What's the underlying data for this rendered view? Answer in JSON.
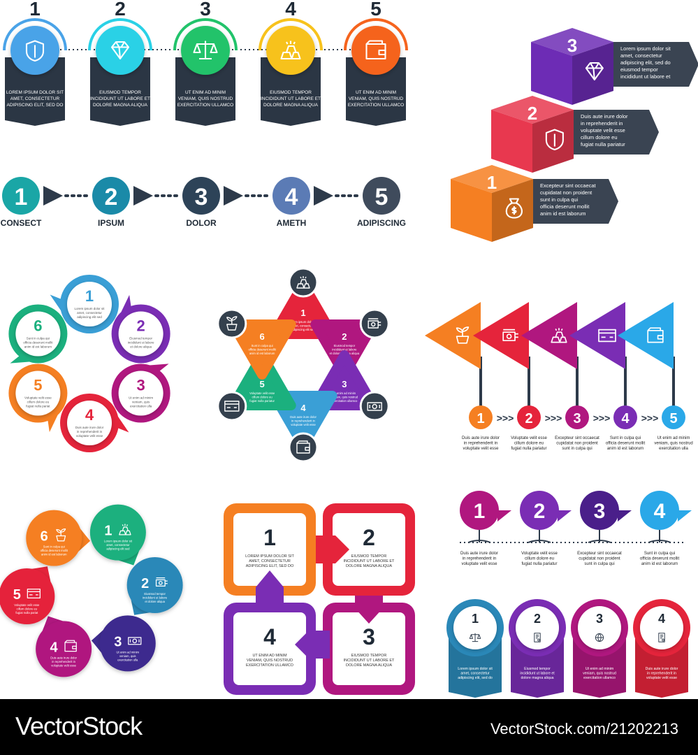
{
  "section1": {
    "steps": [
      {
        "num": "1",
        "color": "#4aa3e8",
        "icon": "shield-icon",
        "text": [
          "LOREM IPSUM DOLOR SIT",
          "AMET, CONSECTETUR",
          "ADIPISCING ELIT, SED DO"
        ]
      },
      {
        "num": "2",
        "color": "#2ad1e6",
        "icon": "diamond-icon",
        "text": [
          "EIUSMOD TEMPOR",
          "INCIDIDUNT UT LABORE ET",
          "DOLORE MAGNA ALIQUA"
        ]
      },
      {
        "num": "3",
        "color": "#22c36b",
        "icon": "scales-icon",
        "text": [
          "UT ENIM AD MINIM",
          "VENIAM, QUIS NOSTRUD",
          "EXERCITATION ULLAMCO"
        ]
      },
      {
        "num": "4",
        "color": "#f7c21c",
        "icon": "gold-bars-icon",
        "text": [
          "EIUSMOD TEMPOR",
          "INCIDIDUNT UT LABORE ET",
          "DOLORE MAGNA ALIQUA"
        ]
      },
      {
        "num": "5",
        "color": "#f5641e",
        "icon": "wallet-icon",
        "text": [
          "UT ENIM AD MINIM",
          "VENIAM, QUIS NOSTRUD",
          "EXERCITATION ULLAMCO"
        ]
      }
    ]
  },
  "section2": {
    "steps": [
      {
        "num": "1",
        "label": "CONSECT",
        "color": "#1aa6a6"
      },
      {
        "num": "2",
        "label": "IPSUM",
        "color": "#1a8aa8"
      },
      {
        "num": "3",
        "label": "DOLOR",
        "color": "#2d4358"
      },
      {
        "num": "4",
        "label": "AMETH",
        "color": "#5b7bb5"
      },
      {
        "num": "5",
        "label": "ADIPISCING",
        "color": "#3f4b5c"
      }
    ]
  },
  "section3": {
    "steps": [
      {
        "num": "3",
        "color": "#6d2cb5",
        "text": [
          "Lorem ipsum dolor sit",
          "amet, consectetur",
          "adipiscing elit, sed do",
          "eiusmod tempor",
          "incididunt ut labore et"
        ]
      },
      {
        "num": "2",
        "color": "#e8384f",
        "text": [
          "Duis aute irure dolor",
          "in reprehenderit in",
          "voluptate velit esse",
          "cillum dolore eu",
          "fugiat nulla pariatur"
        ]
      },
      {
        "num": "1",
        "color": "#f57f22",
        "text": [
          "Excepteur sint occaecat",
          "cupidatat non proident",
          "sunt in culpa qui",
          "officia deserunt mollit",
          "anim id est laborum"
        ]
      }
    ]
  },
  "section4": {
    "steps": [
      {
        "num": "1",
        "color": "#3a9fd6",
        "text": [
          "Lorem ipsum dolor sit",
          "amet, consectetur",
          "adipiscing elit sed"
        ]
      },
      {
        "num": "2",
        "color": "#7a2db4",
        "text": [
          "Eiusmod tempor",
          "incididunt ut labore",
          "et dolore aliqua"
        ]
      },
      {
        "num": "3",
        "color": "#b0177f",
        "text": [
          "Ut enim ad minim",
          "veniam, quis",
          "exercitation ulla"
        ]
      },
      {
        "num": "4",
        "color": "#e5243b",
        "text": [
          "Duis aute irure dolor",
          "in reprehenderit in",
          "voluptate velit esse"
        ]
      },
      {
        "num": "5",
        "color": "#f57f22",
        "text": [
          "Voluptate velit esse",
          "cillum dolore eu",
          "fugiat nulla pariat"
        ]
      },
      {
        "num": "6",
        "color": "#1bb07e",
        "text": [
          "Sunt in culpa qui",
          "officia deserunt mollit",
          "anim id est laborum"
        ]
      }
    ]
  },
  "section5": {
    "steps": [
      {
        "num": "1",
        "color": "#e5243b",
        "icon": "gold-bars-icon",
        "text": [
          "Lorem ipsum dolor sit",
          "amet, consectetur",
          "adipiscing elit sed"
        ]
      },
      {
        "num": "2",
        "color": "#b0177f",
        "icon": "money-stack-icon",
        "text": [
          "Eiusmod tempor",
          "incididunt ut labore",
          "et dolore magna aliqua"
        ]
      },
      {
        "num": "3",
        "color": "#7a2db4",
        "icon": "cash-icon",
        "text": [
          "Ut enim ad minim",
          "veniam, quis nostrud",
          "exercitation ullamco"
        ]
      },
      {
        "num": "4",
        "color": "#3a9fd6",
        "icon": "wallet-icon",
        "text": [
          "Duis aute irure dolor",
          "in reprehenderit in",
          "voluptate velit esse"
        ]
      },
      {
        "num": "5",
        "color": "#1bb07e",
        "icon": "credit-card-icon",
        "text": [
          "Voluptate velit esse",
          "cillum dolore eu",
          "fugiat nulla pariatur"
        ]
      },
      {
        "num": "6",
        "color": "#f57f22",
        "icon": "plant-pot-icon",
        "text": [
          "Sunt in culpa qui",
          "officia deserunt mollit",
          "anim id est laborum"
        ]
      }
    ]
  },
  "section6": {
    "steps": [
      {
        "num": "1",
        "color": "#f57f22",
        "icon": "plant-pot-icon",
        "text": [
          "Duis aute irure dolor",
          "in reprehenderit in",
          "voluptate velit esse"
        ]
      },
      {
        "num": "2",
        "color": "#e5243b",
        "icon": "money-stack-icon",
        "text": [
          "Voluptate velit esse",
          "cillum dolore eu",
          "fugiat nulla pariatur"
        ]
      },
      {
        "num": "3",
        "color": "#b0177f",
        "icon": "gold-bars-icon",
        "text": [
          "Excepteur sint occaecat",
          "cupidatat non proident",
          "sunt in culpa qui"
        ]
      },
      {
        "num": "4",
        "color": "#7a2db4",
        "icon": "credit-card-icon",
        "text": [
          "Sunt in culpa qui",
          "officia deserunt mollit",
          "anim id est laborum"
        ]
      },
      {
        "num": "5",
        "color": "#2aa8e8",
        "icon": "wallet-icon",
        "text": [
          "Ut enim ad minim",
          "veniam, quis nostrud",
          "exercitation ulla"
        ]
      }
    ]
  },
  "section7": {
    "steps": [
      {
        "num": "1",
        "color": "#1bb07e",
        "icon": "gold-bars-icon",
        "text": [
          "Lorem ipsum dolor sit",
          "amet, consectetur",
          "adipiscing elit sed"
        ]
      },
      {
        "num": "2",
        "color": "#2a88b8",
        "icon": "money-stack-icon",
        "text": [
          "Eiusmod tempor",
          "incididunt ut labore",
          "et dolore aliqua"
        ]
      },
      {
        "num": "3",
        "color": "#3e2c8e",
        "icon": "cash-icon",
        "text": [
          "Ut enim ad minim",
          "veniam, quis",
          "exercitation ulla"
        ]
      },
      {
        "num": "4",
        "color": "#b0177f",
        "icon": "wallet-icon",
        "text": [
          "Duis aute irure dolor",
          "in reprehenderit in",
          "voluptate velit esse"
        ]
      },
      {
        "num": "5",
        "color": "#e5243b",
        "icon": "credit-card-icon",
        "text": [
          "Voluptate velit esse",
          "cillum dolore eu",
          "fugiat nulla pariat"
        ]
      },
      {
        "num": "6",
        "color": "#f57f22",
        "icon": "plant-pot-icon",
        "text": [
          "Sunt in culpa qui",
          "officia deserunt mollit",
          "anim id est laborum"
        ]
      }
    ]
  },
  "section8": {
    "steps": [
      {
        "num": "1",
        "color": "#f57f22",
        "text": [
          "LOREM IPSUM DOLOR SIT",
          "AMET, CONSECTETUR",
          "ADIPISCING ELIT, SED DO"
        ]
      },
      {
        "num": "2",
        "color": "#e5243b",
        "text": [
          "EIUSMOD TEMPOR",
          "INCIDIDUNT UT LABORE ET",
          "DOLORE MAGNA ALIQUA"
        ]
      },
      {
        "num": "3",
        "color": "#b0177f",
        "text": [
          "EIUSMOD TEMPOR",
          "INCIDIDUNT UT LABORE ET",
          "DOLORE MAGNA ALIQUA"
        ]
      },
      {
        "num": "4",
        "color": "#7a2db4",
        "text": [
          "UT ENIM AD MINIM",
          "VENIAM, QUIS NOSTRUD",
          "EXERCITATION ULLAMCO"
        ]
      }
    ]
  },
  "section9": {
    "steps": [
      {
        "num": "1",
        "color": "#b0177f",
        "text": [
          "Duis aute irure dolor",
          "in reprehenderit in",
          "voluptate velit esse"
        ]
      },
      {
        "num": "2",
        "color": "#7a2db4",
        "text": [
          "Voluptate velit esse",
          "cillum dolore eu",
          "fugiat nulla pariatur"
        ]
      },
      {
        "num": "3",
        "color": "#4a1f8a",
        "text": [
          "Excepteur sint occaecat",
          "cupidatat non proident",
          "sunt in culpa qui"
        ]
      },
      {
        "num": "4",
        "color": "#2aa8e8",
        "text": [
          "Sunt in culpa qui",
          "officia deserunt mollit",
          "anim id est laborum"
        ]
      }
    ]
  },
  "section10": {
    "steps": [
      {
        "num": "1",
        "color": "#2a88b8",
        "icon": "scales-icon",
        "text": [
          "Lorem ipsum dolor sit",
          "amet, consectetur",
          "adipiscing elit, sed do"
        ]
      },
      {
        "num": "2",
        "color": "#7a2db4",
        "icon": "certificate-icon",
        "text": [
          "Eiusmod tempor",
          "incididunt ut labore et",
          "dolore magna aliqua"
        ]
      },
      {
        "num": "3",
        "color": "#b0177f",
        "icon": "globe-icon",
        "text": [
          "Ut enim ad minim",
          "veniam, quis nostrud",
          "exercitation ullamco"
        ]
      },
      {
        "num": "4",
        "color": "#e5243b",
        "icon": "certificate-icon",
        "text": [
          "Duis aute irure dolor",
          "in reprehenderit in",
          "voluptate velit esse"
        ]
      }
    ]
  },
  "footer": {
    "brand": "VectorStock",
    "url": "VectorStock.com/21202213"
  }
}
